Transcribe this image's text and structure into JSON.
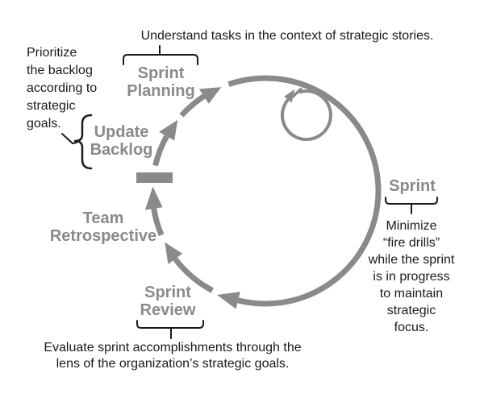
{
  "diagram": {
    "background": "#ffffff",
    "cycle_color": "#8a8a8a",
    "text_color": "#1a1a1a",
    "top_annotation": "Understand tasks in the context of strategic stories.",
    "left_annotation": "Prioritize\nthe backlog\naccording to\nstrategic\ngoals.",
    "right_annotation": "Minimize\n“fire drills”\nwhile the sprint\nis in progress\nto maintain\nstrategic\nfocus.",
    "bottom_annotation": "Evaluate sprint accomplishments through the\nlens of the organization’s strategic goals.",
    "stages": {
      "sprint_planning": "Sprint\nPlanning",
      "update_backlog": "Update\nBacklog",
      "team_retrospective": "Team\nRetrospective",
      "sprint_review": "Sprint\nReview",
      "sprint": "Sprint"
    }
  }
}
